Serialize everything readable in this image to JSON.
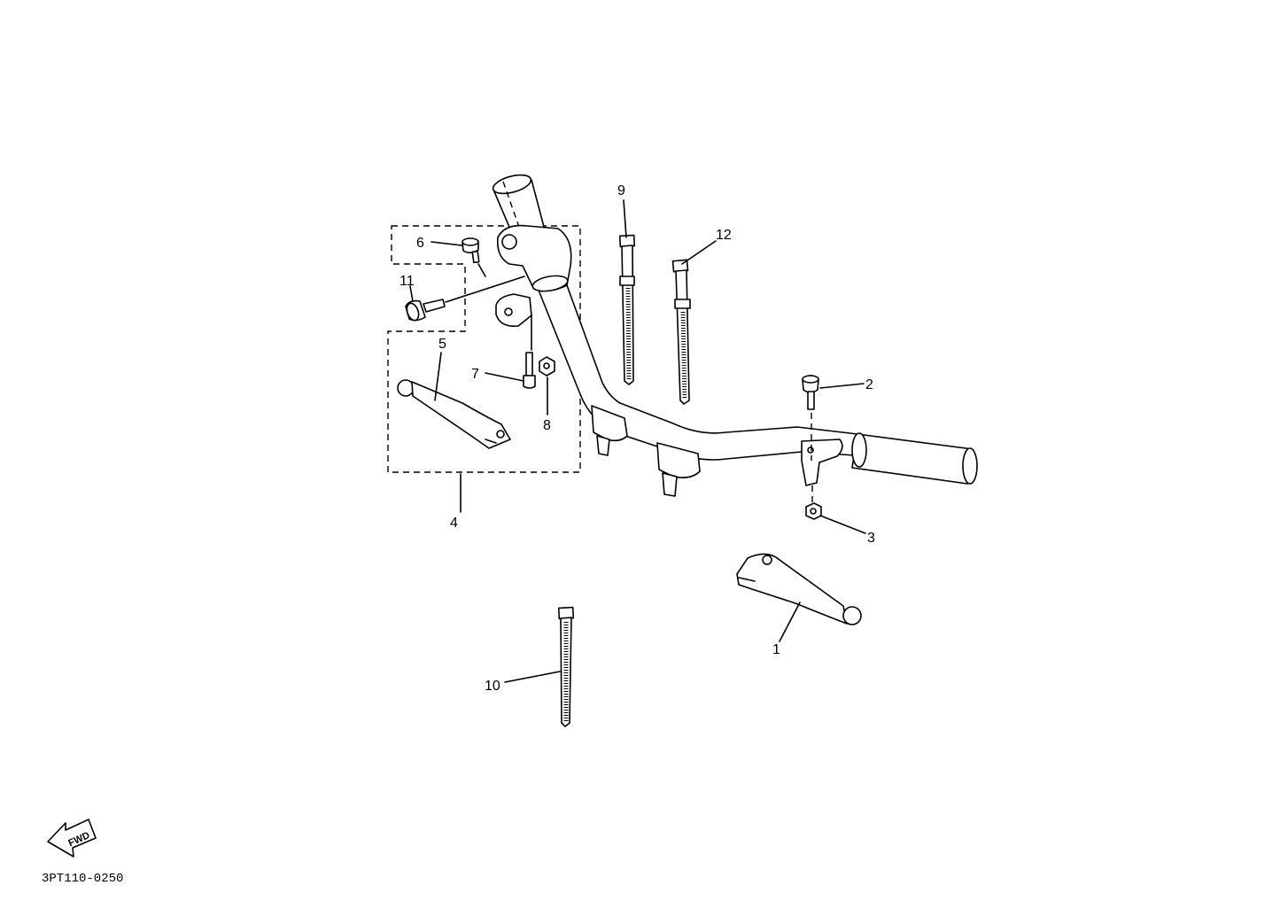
{
  "callouts": {
    "p1": "1",
    "p2": "2",
    "p3": "3",
    "p4": "4",
    "p5": "5",
    "p6": "6",
    "p7": "7",
    "p8": "8",
    "p9": "9",
    "p10": "10",
    "p11": "11",
    "p12": "12"
  },
  "fwd_label": "FWD",
  "drawing_code": "3PT110-0250",
  "colors": {
    "line": "#000000",
    "background": "#ffffff"
  }
}
